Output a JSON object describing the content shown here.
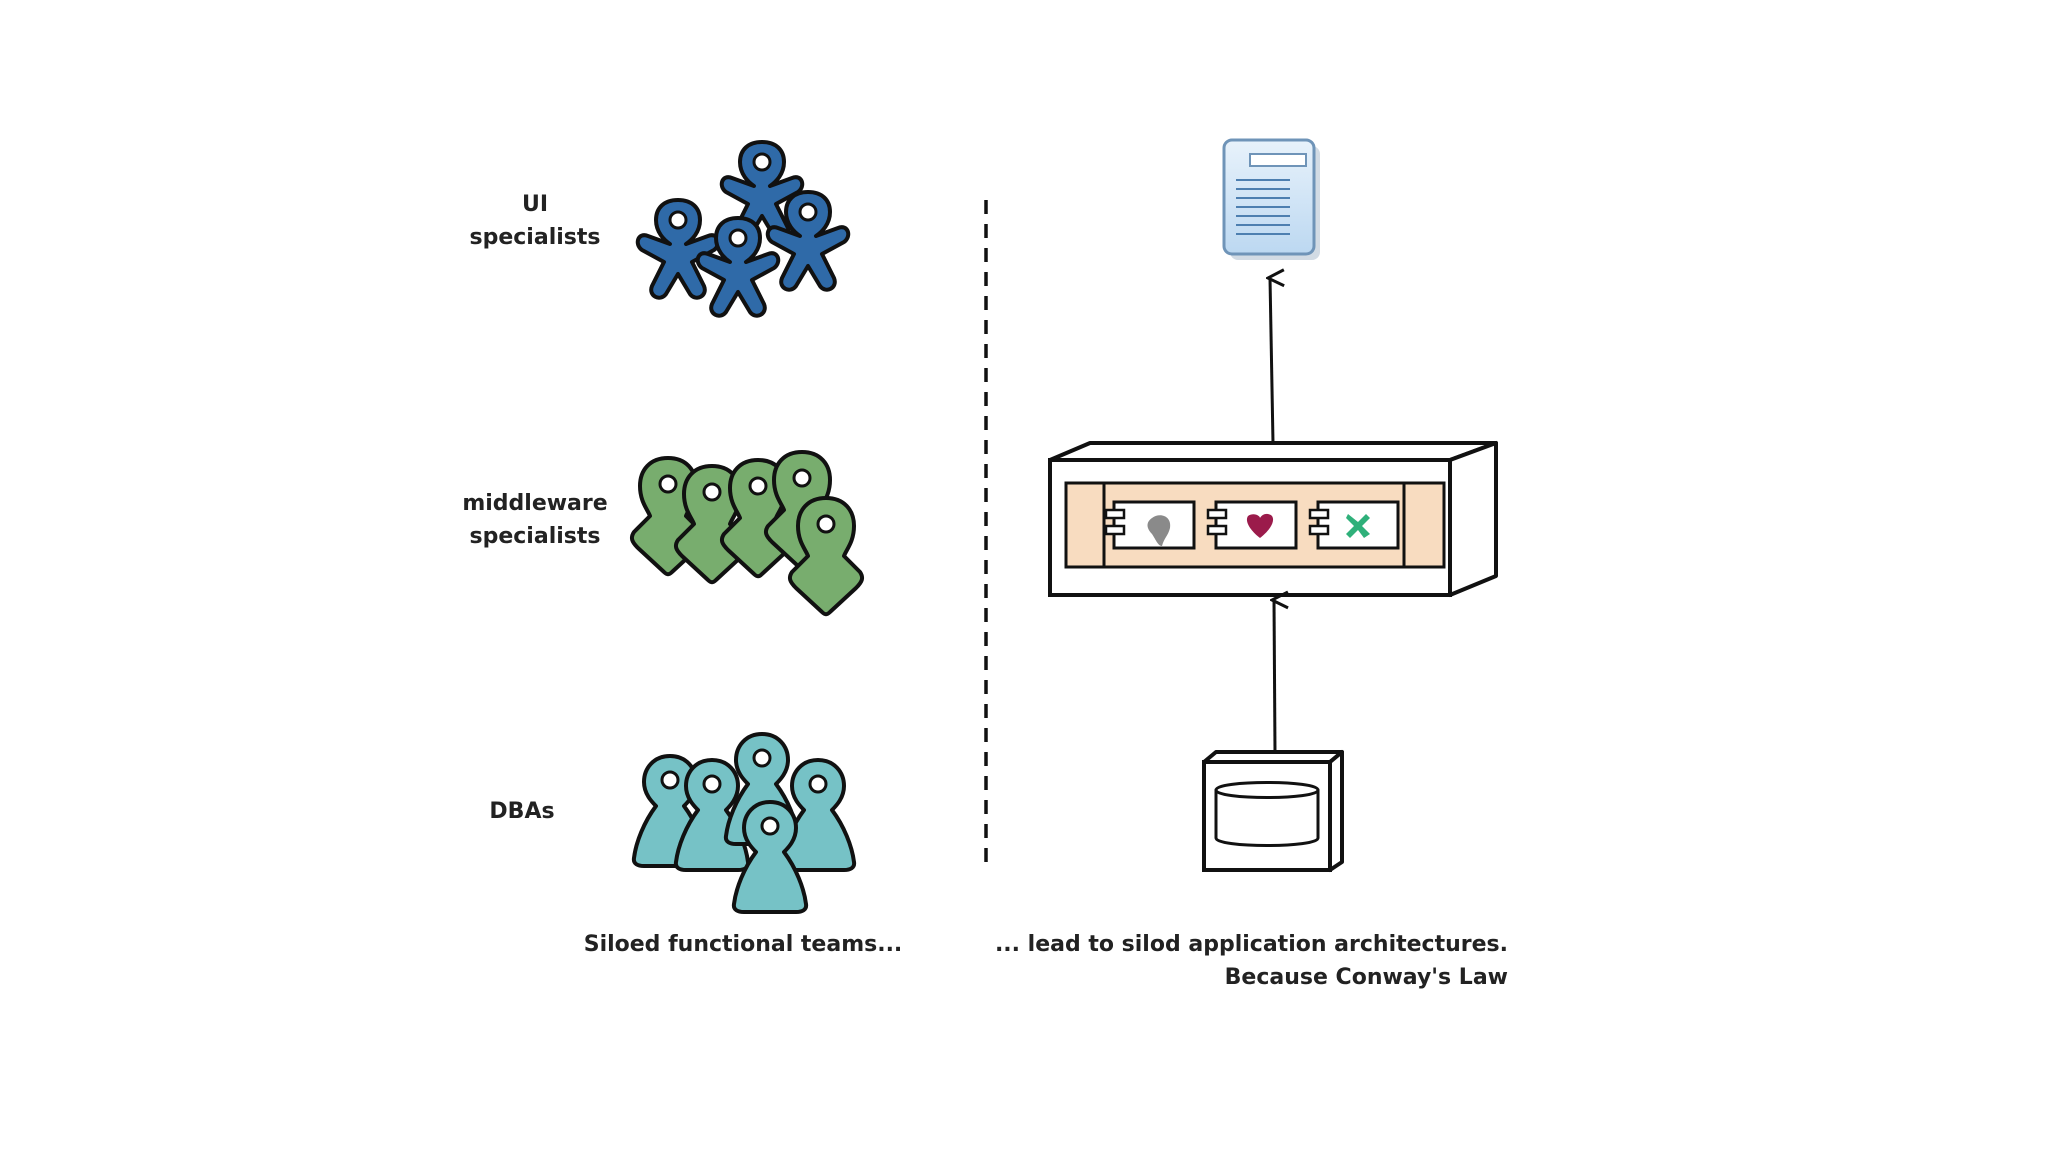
{
  "labels": {
    "ui_team": [
      "UI",
      "specialists"
    ],
    "middleware_team": [
      "middleware",
      "specialists"
    ],
    "dba_team": "DBAs",
    "left_caption": "Siloed functional teams...",
    "right_caption": [
      "... lead to silod application architectures.",
      "Because Conway's Law"
    ]
  },
  "colors": {
    "ui_people": "#2f6aa8",
    "middleware_people": "#78ad6e",
    "dba_people": "#76c2c6",
    "outline": "#111111",
    "app_band": "#f8dcc0",
    "document": "#cfe4f7",
    "component_heart": "#9b1b4b",
    "component_cross": "#2fb07a",
    "component_blob": "#8a8a8a"
  },
  "icons": {
    "ui_person": "star-person-icon",
    "middleware_person": "pin-person-icon",
    "dba_person": "pawn-person-icon",
    "document": "document-icon",
    "application_box": "application-container-icon",
    "database": "database-icon"
  }
}
